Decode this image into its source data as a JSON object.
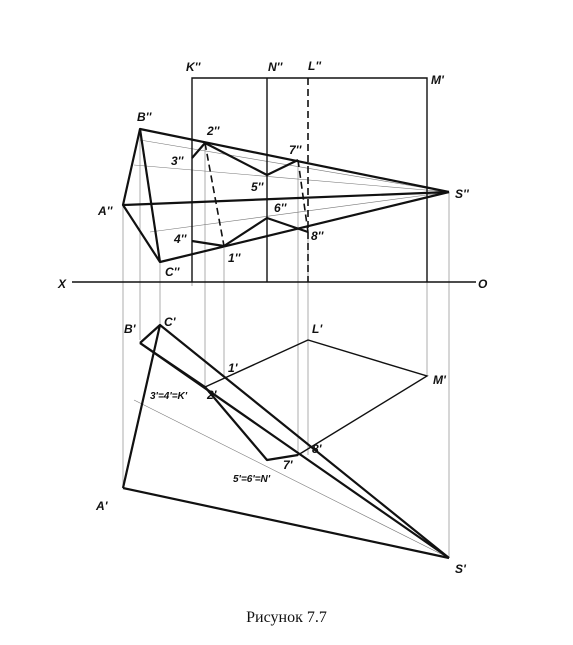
{
  "figure": {
    "caption": "Рисунок 7.7",
    "axis_labels": {
      "x": "X",
      "o": "O"
    },
    "frontal_labels": {
      "K": "K''",
      "N": "N''",
      "L": "L''",
      "M": "M'",
      "B": "B''",
      "A": "A''",
      "C": "C''",
      "S": "S''",
      "p2": "2''",
      "p3": "3''",
      "p4": "4''",
      "p1": "1''",
      "p5": "5''",
      "p6": "6''",
      "p7": "7''",
      "p8": "8''"
    },
    "horizontal_labels": {
      "B": "B'",
      "C": "C'",
      "L": "L'",
      "M": "M'",
      "p1": "1'",
      "p2": "2'",
      "stack_k": "3'=4'=K'",
      "stack_n": "5'=6'=N'",
      "p7": "7'",
      "p8": "8'",
      "A": "A'",
      "S": "S'"
    }
  }
}
